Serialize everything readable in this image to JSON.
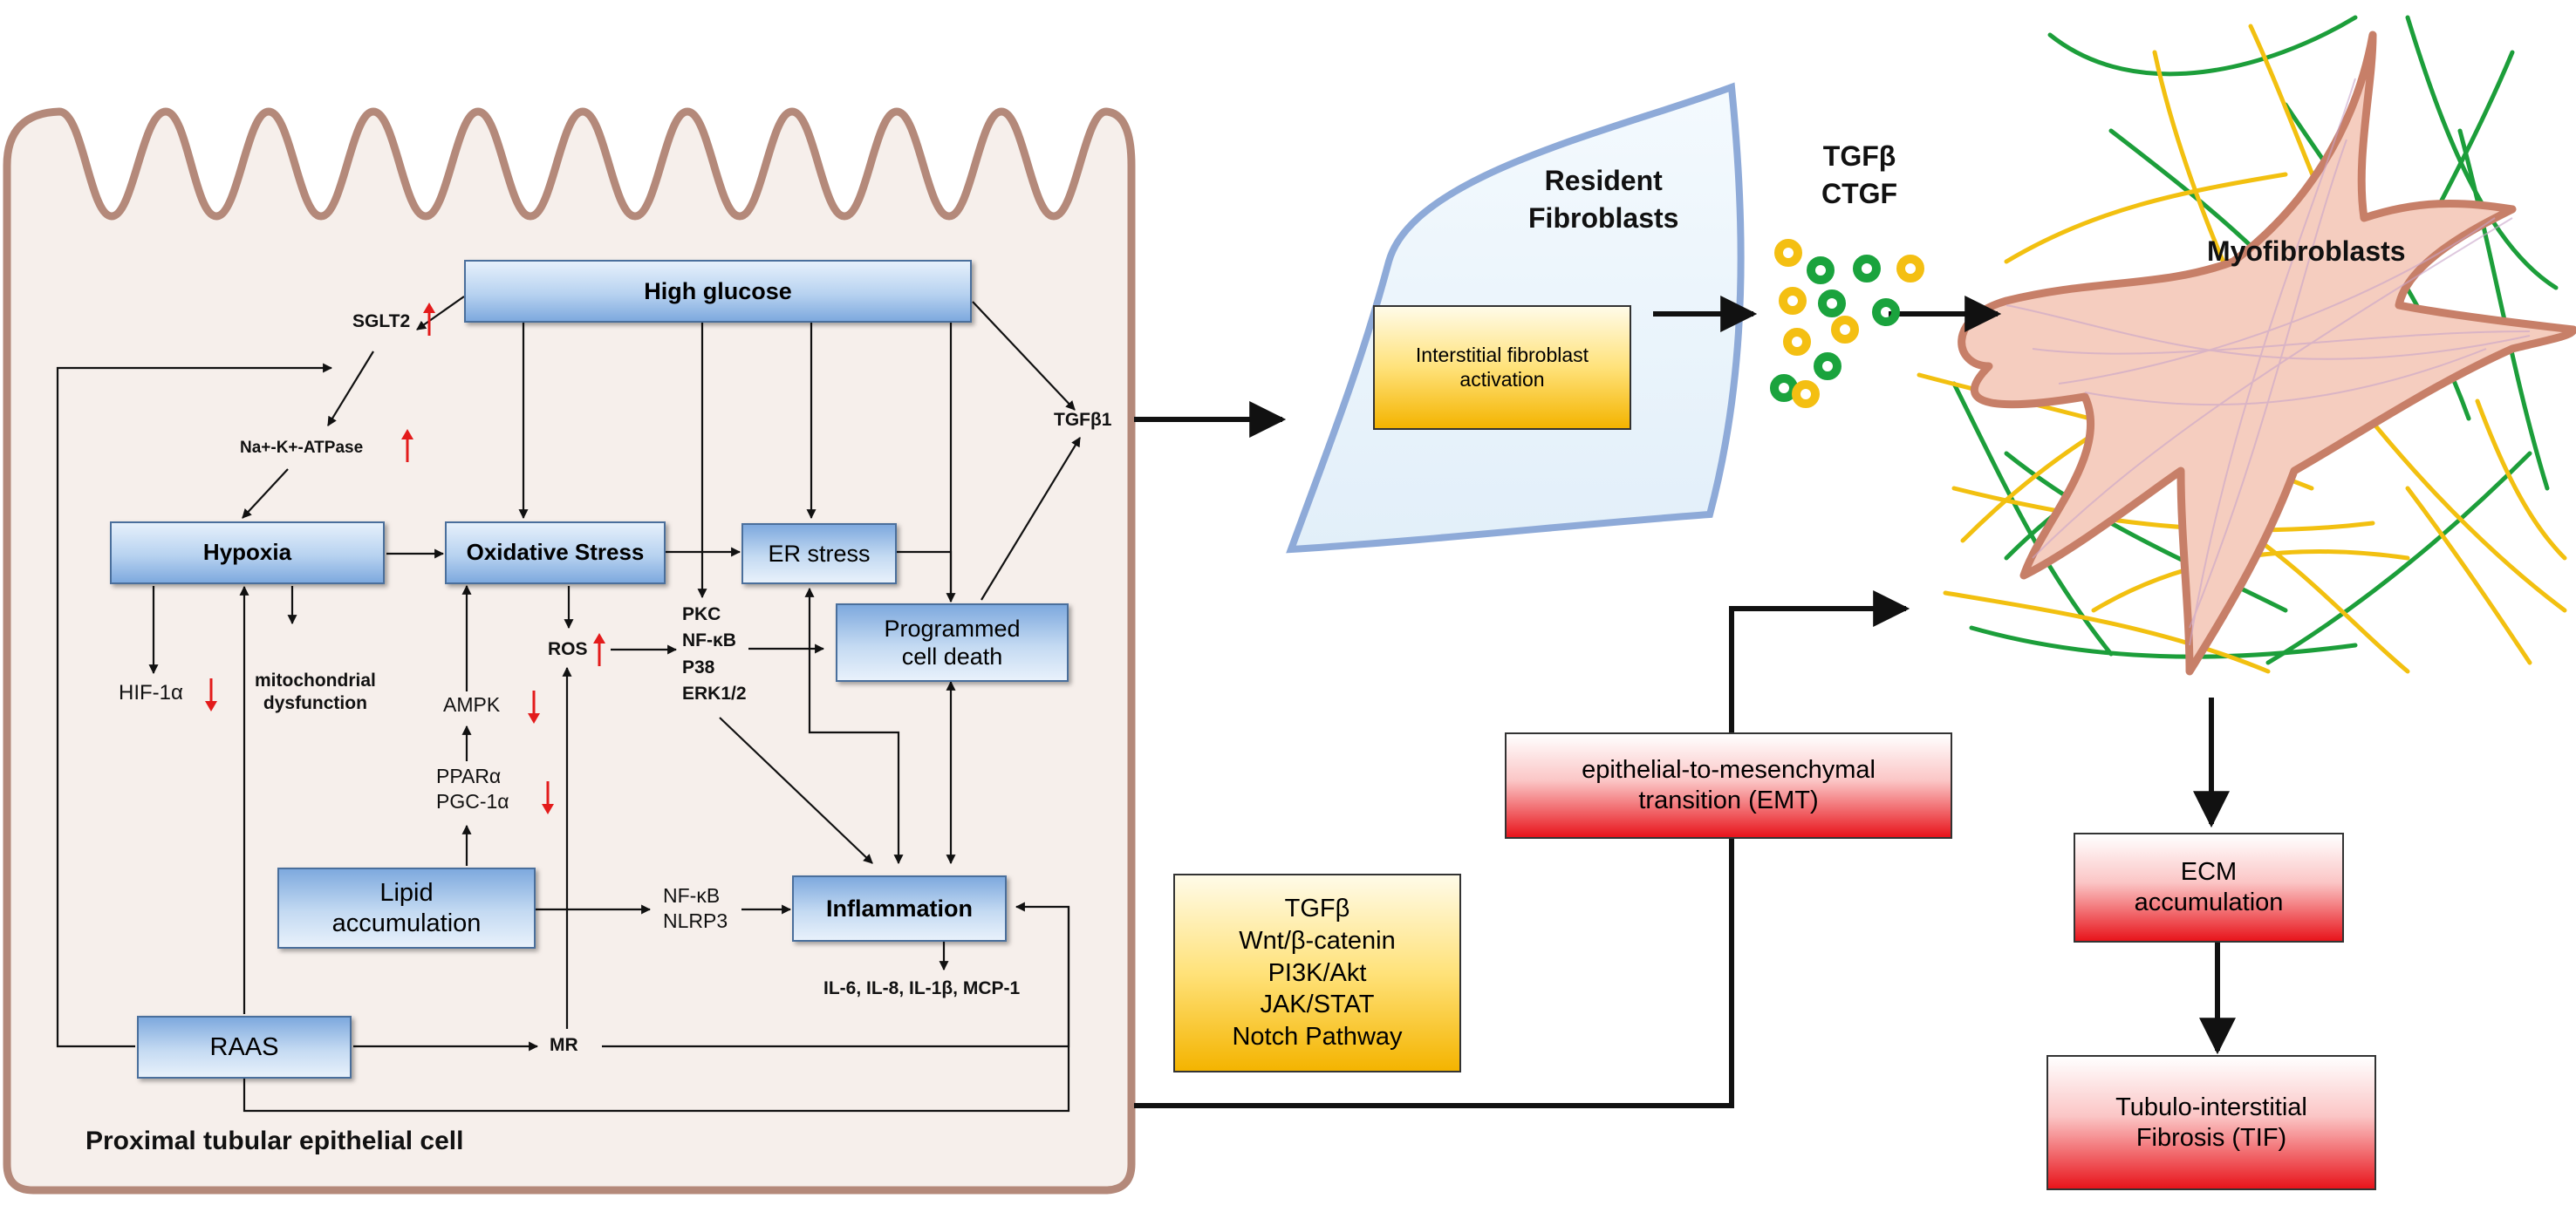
{
  "colors": {
    "cell_fill": "#f6efeb",
    "cell_stroke": "#b4897a",
    "fibroblast_fill": "#eaf4fb",
    "fibroblast_stroke": "#8eaad8",
    "myofibroblast_fill": "#f5cdbf",
    "myofibroblast_stroke": "#c77f68",
    "fiber_green": "#1c9e3a",
    "fiber_yellow": "#f2c010",
    "ring_green": "#1aa33d",
    "ring_yellow": "#f4bf12",
    "arrow_red": "#e31b1b",
    "box_blue": "#8fb4e3",
    "box_red": "#e8141b",
    "box_yellow": "#f4b400"
  },
  "cell": {
    "title": "Proximal tubular epithelial cell"
  },
  "nodes": {
    "high_glucose": "High glucose",
    "hypoxia": "Hypoxia",
    "oxidative_stress": "Oxidative Stress",
    "er_stress": "ER stress",
    "programmed_cell_death": [
      "Programmed",
      "cell death"
    ],
    "lipid_accumulation": [
      "Lipid",
      "accumulation"
    ],
    "inflammation": "Inflammation",
    "raas": "RAAS"
  },
  "labels": {
    "sglt2": "SGLT2",
    "na_k_atpase": "Na+-K+-ATPase",
    "tgfb1": "TGFβ1",
    "hif1a": "HIF-1α",
    "mito": [
      "mitochondrial",
      "dysfunction"
    ],
    "ampk": "AMPK",
    "ppar": [
      "PPARα",
      "PGC-1α"
    ],
    "ros": "ROS",
    "kinases": [
      "PKC",
      "NF-κB",
      "P38",
      "ERK1/2"
    ],
    "nfkb_nlrp3": [
      "NF-κB",
      "NLRP3"
    ],
    "mr": "MR",
    "cytokines": "IL-6, IL-8, IL-1β, MCP-1"
  },
  "fibroblast": {
    "title": [
      "Resident",
      "Fibroblasts"
    ],
    "box": [
      "Interstitial fibroblast",
      "activation"
    ]
  },
  "growth_factors": [
    "TGFβ",
    "CTGF"
  ],
  "myofibroblast": {
    "title": "Myofibroblasts"
  },
  "emt": [
    "epithelial-to-mesenchymal",
    "transition (EMT)"
  ],
  "pathways": [
    "TGFβ",
    "Wnt/β-catenin",
    "PI3K/Akt",
    "JAK/STAT",
    "Notch Pathway"
  ],
  "ecm": [
    "ECM",
    "accumulation"
  ],
  "tif": [
    "Tubulo-interstitial",
    "Fibrosis (TIF)"
  ],
  "indicators": {
    "sglt2": "up",
    "na_k_atpase": "up",
    "ros": "up",
    "hif1a": "down",
    "ampk": "down",
    "ppar": "down"
  }
}
